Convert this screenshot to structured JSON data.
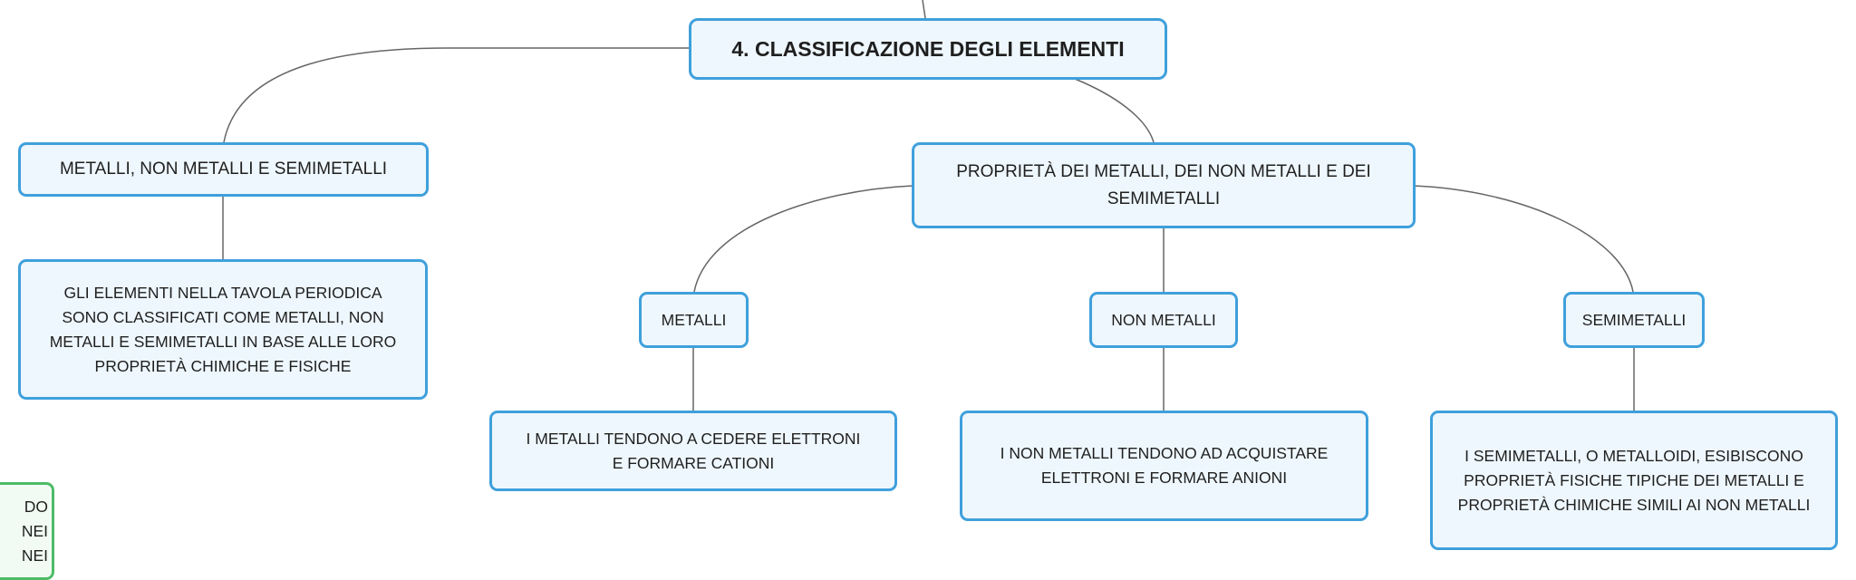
{
  "nodes": {
    "root": "4. CLASSIFICAZIONE DEGLI ELEMENTI",
    "metals_group": "METALLI, NON METALLI E SEMIMETALLI",
    "properties_group": "PROPRIETÀ DEI METALLI, DEI NON METALLI E DEI SEMIMETALLI",
    "classification_text": "GLI ELEMENTI NELLA TAVOLA PERIODICA SONO CLASSIFICATI COME METALLI, NON METALLI E SEMIMETALLI IN BASE ALLE LORO PROPRIETÀ CHIMICHE E FISICHE",
    "metalli": "METALLI",
    "non_metalli": "NON METALLI",
    "semimetalli": "SEMIMETALLI",
    "metalli_desc": "I METALLI TENDONO A CEDERE ELETTRONI E FORMARE CATIONI",
    "non_metalli_desc": "I NON METALLI TENDONO AD ACQUISTARE ELETTRONI E FORMARE ANIONI",
    "semimetalli_desc": "I SEMIMETALLI, O METALLOIDI, ESIBISCONO PROPRIETÀ FISICHE TIPICHE DEI METALLI E PROPRIETÀ CHIMICHE SIMILI AI NON METALLI",
    "cut_off_text": "DO NEI NEI"
  },
  "colors": {
    "node_border": "#3fa0dc",
    "node_fill": "#eef7fd",
    "partial_node_border": "#4dbb66",
    "connector": "#666666"
  }
}
